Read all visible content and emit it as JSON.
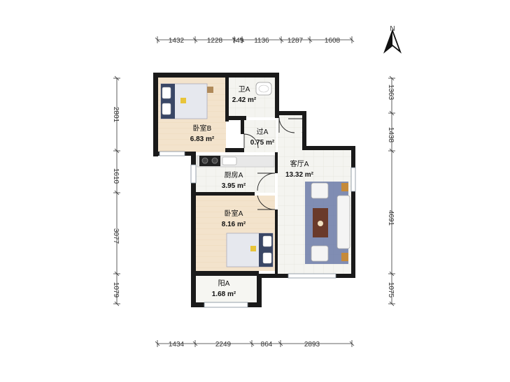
{
  "top_dimensions": [
    "1432",
    "1228",
    "749",
    "1136",
    "1287",
    "1608"
  ],
  "bottom_dimensions": [
    "1434",
    "2249",
    "864",
    "2893"
  ],
  "left_dimensions": [
    "2801",
    "1610",
    "3077",
    "1079"
  ],
  "right_dimensions": [
    "1363",
    "1438",
    "4691",
    "1075"
  ],
  "compass_label": "N",
  "rooms": [
    {
      "name": "卫A",
      "area": "2.42 m²"
    },
    {
      "name": "卧室B",
      "area": "6.83 m²"
    },
    {
      "name": "过A",
      "area": "0.75 m²"
    },
    {
      "name": "厨房A",
      "area": "3.95 m²"
    },
    {
      "name": "客厅A",
      "area": "13.32 m²"
    },
    {
      "name": "卧室A",
      "area": "8.16 m²"
    },
    {
      "name": "阳A",
      "area": "1.68 m²"
    }
  ],
  "colors": {
    "wall": "#1a1a1a",
    "floor_wood": "#f4e6d2",
    "floor_tile": "#f2f2ee",
    "living_floor": "#f3f1e7",
    "rug": "#6b7aa8",
    "window": "#9fb4c9"
  }
}
